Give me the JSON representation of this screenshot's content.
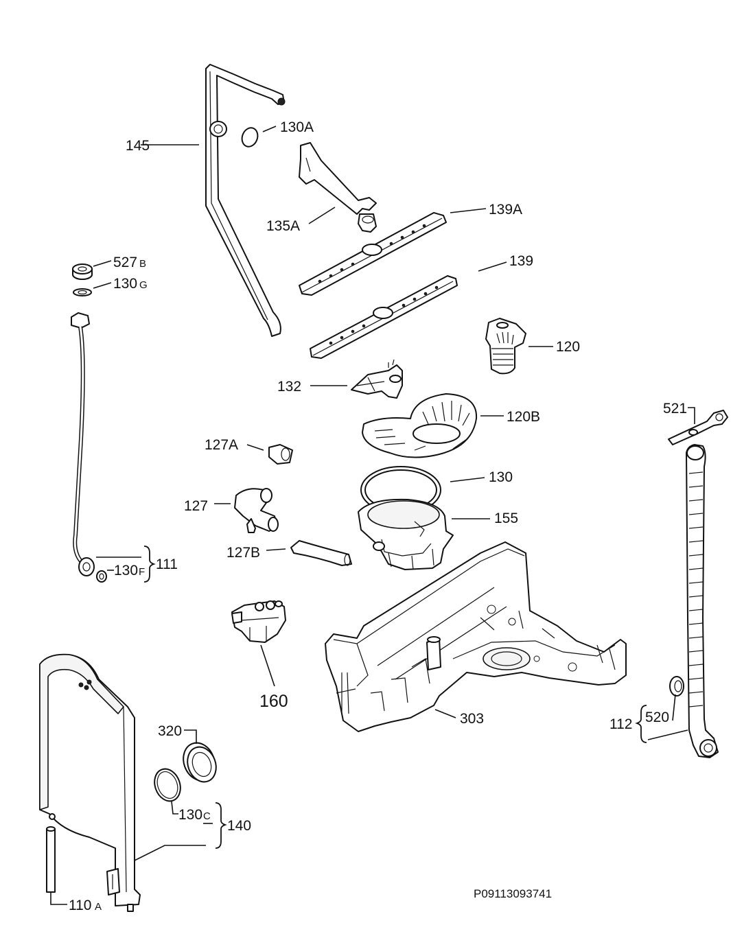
{
  "labels": {
    "p145": "145",
    "p130A": "130A",
    "p135A": "135A",
    "p139A": "139A",
    "p139": "139",
    "p527": "527",
    "p527s": "B",
    "p130g": "130",
    "p130gs": "G",
    "p120": "120",
    "p132": "132",
    "p120B": "120B",
    "p521": "521",
    "p127A": "127A",
    "p130": "130",
    "p127": "127",
    "p155": "155",
    "p127B": "127B",
    "p130f": "130",
    "p130fs": "F",
    "p111": "111",
    "p160": "160",
    "p303": "303",
    "p320": "320",
    "p520": "520",
    "p112": "112",
    "p130c": "130",
    "p130cs": "C",
    "p140": "140",
    "p110": "110",
    "p110s": "A"
  },
  "reference_code": "P09113093741"
}
